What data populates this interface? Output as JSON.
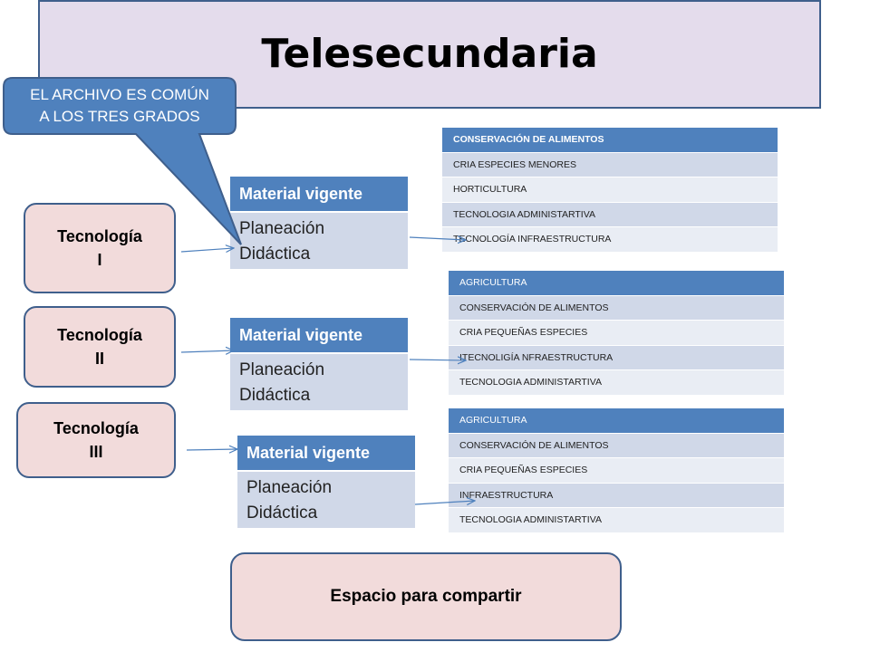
{
  "title": "Telesecundaria",
  "callout": {
    "line1": "EL ARCHIVO ES COMÚN",
    "line2": "A LOS TRES GRADOS"
  },
  "grades": [
    {
      "line1": "Tecnología",
      "line2": "I"
    },
    {
      "line1": "Tecnología",
      "line2": "II"
    },
    {
      "line1": "Tecnología",
      "line2": "III"
    }
  ],
  "materials": [
    {
      "header": "Material vigente",
      "line1": "Planeación",
      "line2": "Didáctica"
    },
    {
      "header": "Material vigente",
      "line1": "Planeación",
      "line2": "Didáctica"
    },
    {
      "header": "Material vigente",
      "line1": "Planeación",
      "line2": "Didáctica"
    }
  ],
  "tables": [
    {
      "header": "CONSERVACIÓN DE ALIMENTOS",
      "rows": [
        "CRIA ESPECIES MENORES",
        "HORTICULTURA",
        "TECNOLOGIA ADMINISTARTIVA",
        "TECNOLOGÍA INFRAESTRUCTURA"
      ]
    },
    {
      "header": "AGRICULTURA",
      "rows": [
        "CONSERVACIÓN DE ALIMENTOS",
        "CRIA PEQUEÑAS ESPECIES",
        "ITECNOLIGÍA NFRAESTRUCTURA",
        "TECNOLOGIA ADMINISTARTIVA"
      ]
    },
    {
      "header": "AGRICULTURA",
      "rows": [
        "CONSERVACIÓN DE ALIMENTOS",
        "CRIA PEQUEÑAS ESPECIES",
        "INFRAESTRUCTURA",
        "TECNOLOGIA ADMINISTARTIVA"
      ]
    }
  ],
  "share_label": "Espacio para compartir",
  "colors": {
    "accent": "#4f81bd",
    "border": "#3f5f8c",
    "pink": "#f2dbdb",
    "lavender": "#e4dcec",
    "light_blue": "#d0d8e8"
  }
}
